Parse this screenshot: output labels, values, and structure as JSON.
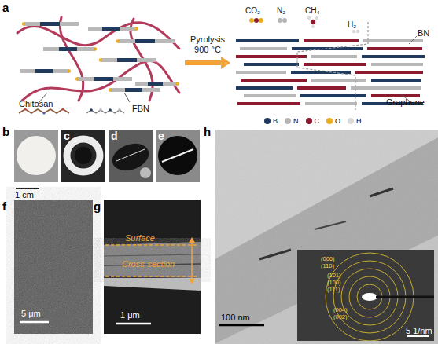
{
  "diagram": {
    "nodes": [
      {
        "text": [
          "Chitosan",
          "FBN"
        ]
      },
      {
        "text": [
          "BN",
          "Graphene"
        ]
      },
      {
        "text": [
          "b",
          "1 cm"
        ]
      },
      {
        "text": [
          "c"
        ]
      },
      {
        "text": [
          "d"
        ]
      },
      {
        "text": [
          "e"
        ]
      },
      {
        "text": [
          "f",
          "5 μm"
        ]
      },
      {
        "text": [
          "g",
          "Surface",
          "Cross-section",
          "1 μm"
        ]
      },
      {
        "text": [
          "h",
          "100 nm"
        ]
      },
      {
        "text": [
          "(006)",
          "(110)",
          "(101)",
          "(100)",
          "(111)",
          "(004)",
          "(002)",
          "5 1/nm"
        ],
        "in": 8
      }
    ],
    "edges": [
      {
        "from": 0,
        "to": 1,
        "arrow": "to",
        "label": "Pyrolysis 900 °C"
      }
    ],
    "labels": [
      "a",
      "CO₂",
      "N₂",
      "CH₄",
      "H₂"
    ],
    "legend": [
      {
        "text": "B",
        "color": "#1f3a5c"
      },
      {
        "text": "N",
        "color": "#b5b5b5"
      },
      {
        "text": "C",
        "color": "#8b1a2e"
      },
      {
        "text": "O",
        "color": "#e8b020"
      },
      {
        "text": "H",
        "color": "#d9d9d9"
      }
    ]
  }
}
